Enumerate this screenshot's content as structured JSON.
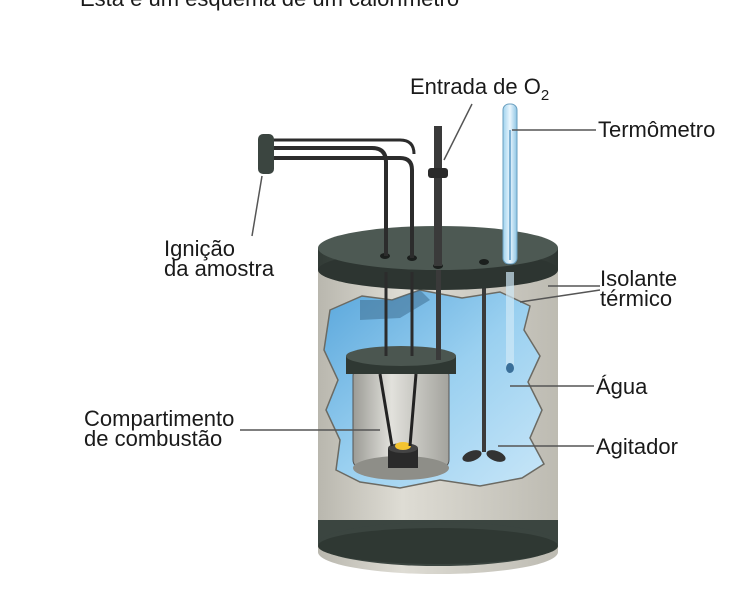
{
  "top_caption_cropped": "Esta é um esquema de um calorímetro",
  "labels": {
    "oxygen_inlet": "Entrada de O",
    "oxygen_subscript": "2",
    "thermometer": "Termômetro",
    "ignition_line1": "Ignição",
    "ignition_line2": "da amostra",
    "insulator_line1": "Isolante",
    "insulator_line2": "térmico",
    "water": "Água",
    "chamber_line1": "Compartimento",
    "chamber_line2": "de combustão",
    "stirrer": "Agitador"
  },
  "colors": {
    "lid": "#3f4a44",
    "lid_top": "#4c5851",
    "body_outer": "#cdcbc2",
    "water": "#8ec8ea",
    "water_light": "#cfe8f7",
    "leader_line": "#555555"
  }
}
